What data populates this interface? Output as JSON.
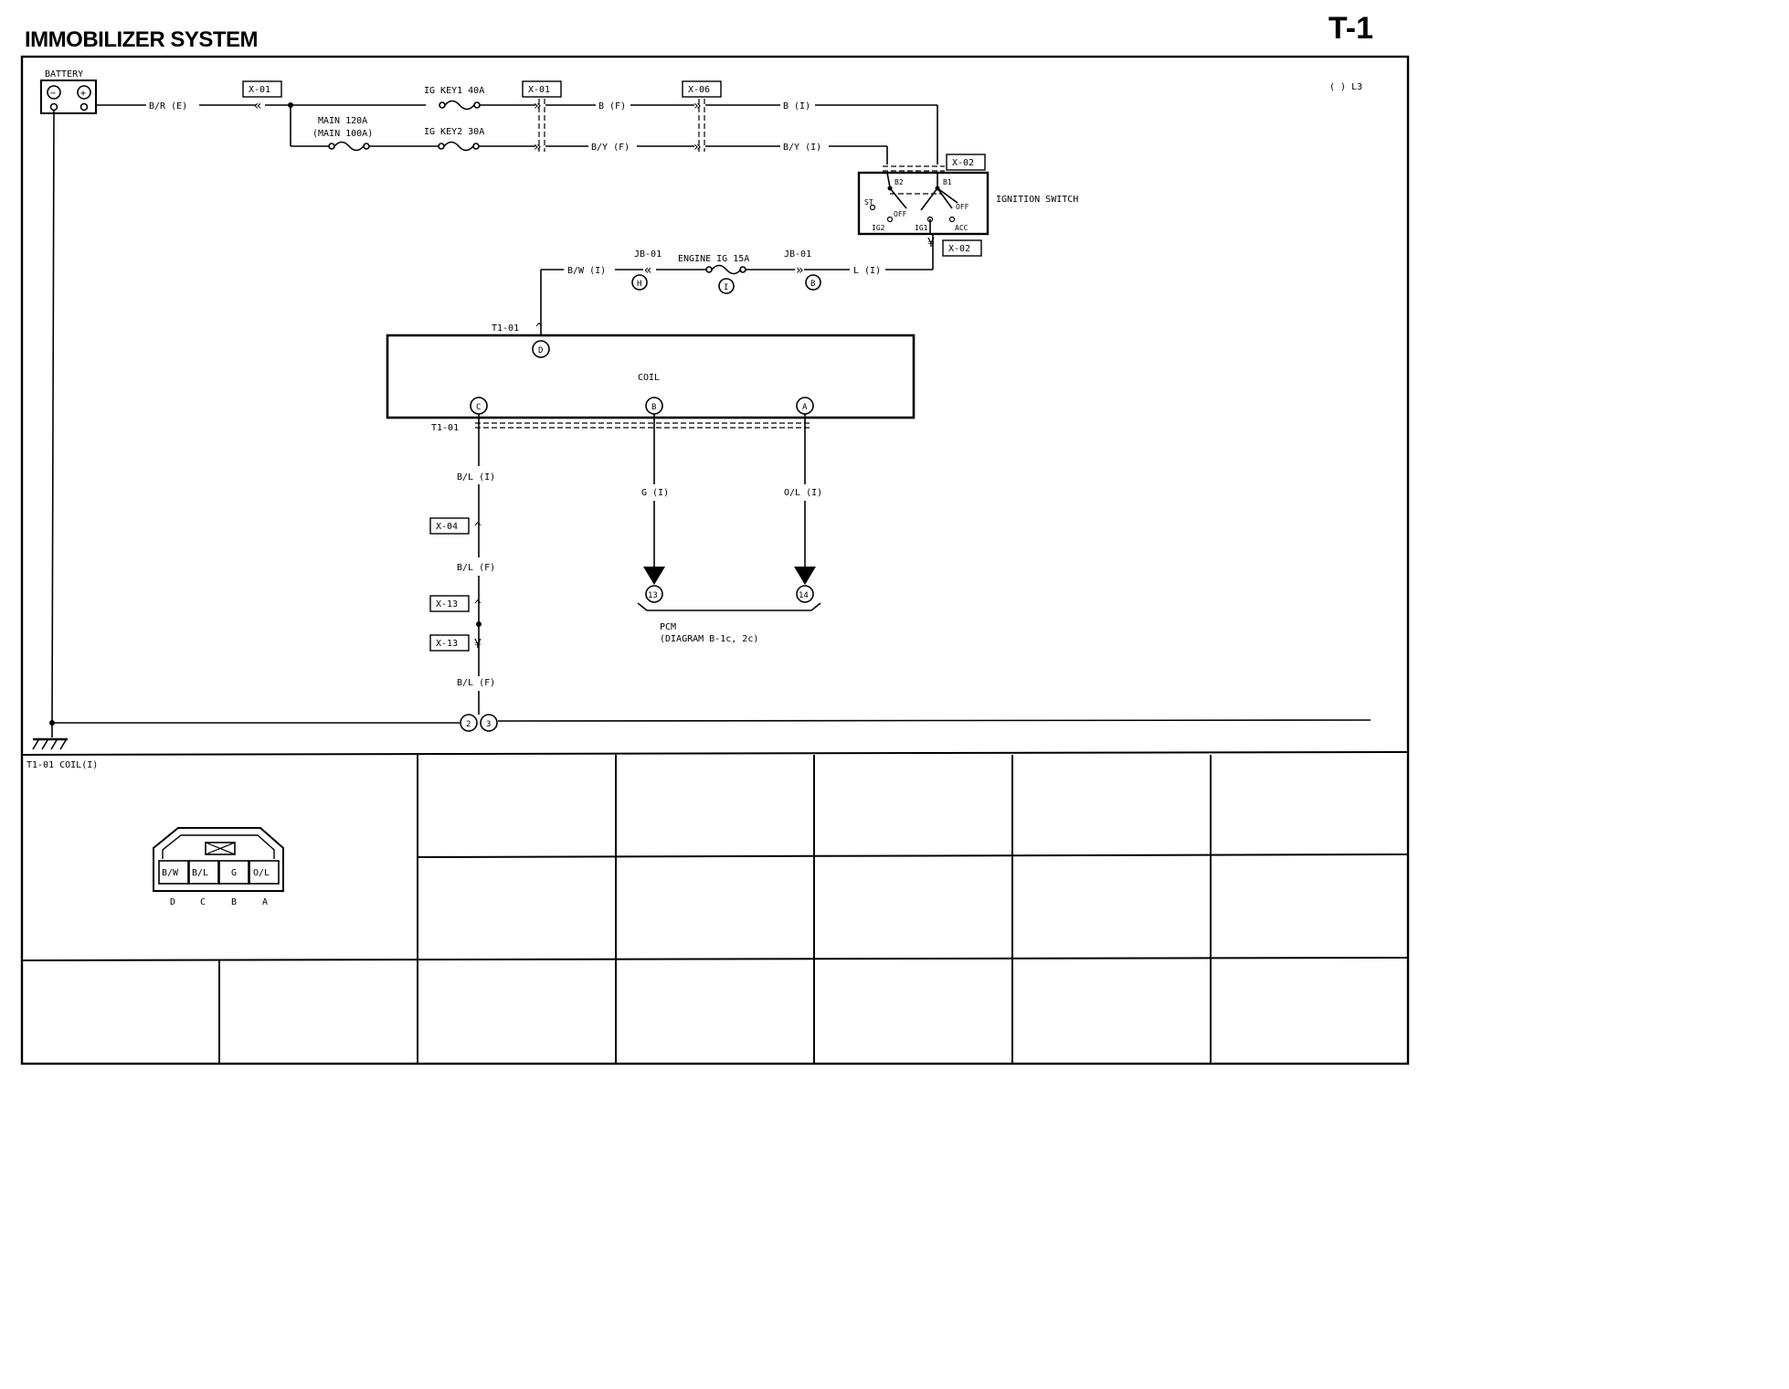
{
  "title": "IMMOBILIZER SYSTEM",
  "page_code": "T-1",
  "ref_code": "( ) L3",
  "battery": {
    "label": "BATTERY",
    "neg": "−",
    "pos": "+"
  },
  "connectors": {
    "x01a": "X-01",
    "x01b": "X-01",
    "x06": "X-06",
    "x02_top": "X-02",
    "x02_bot": "X-02",
    "x04": "X-04",
    "x13a": "X-13",
    "x13b": "X-13",
    "t101_top": "T1-01",
    "t101_bot": "T1-01",
    "jb01a": "JB-01",
    "jb01b": "JB-01"
  },
  "fuses": {
    "main": "MAIN 120A",
    "main_alt": "(MAIN 100A)",
    "igkey1": "IG KEY1 40A",
    "igkey2": "IG KEY2 30A",
    "engine_ig": "ENGINE IG 15A"
  },
  "wires": {
    "br_e": "B/R (E)",
    "b_f": "B (F)",
    "b_i": "B (I)",
    "by_f": "B/Y (F)",
    "by_i": "B/Y (I)",
    "bw_i": "B/W (I)",
    "l_i": "L (I)",
    "bl_i": "B/L (I)",
    "bl_f1": "B/L (F)",
    "bl_f2": "B/L (F)",
    "g_i": "G (I)",
    "ol_i": "O/L (I)"
  },
  "ignition_switch": {
    "label": "IGNITION SWITCH",
    "b2": "B2",
    "b1": "B1",
    "st": "ST",
    "off1": "OFF",
    "off2": "OFF",
    "ig2": "IG2",
    "ig1": "IG1",
    "acc": "ACC"
  },
  "jb_pins": {
    "h": "H",
    "i": "I",
    "b": "B"
  },
  "coil": {
    "label": "COIL",
    "pin_d": "D",
    "pin_c": "C",
    "pin_b": "B",
    "pin_a": "A"
  },
  "pcm": {
    "label": "PCM",
    "diagram": "(DIAGRAM B-1c, 2c)",
    "pin13": "13",
    "pin14": "14"
  },
  "ground_points": {
    "g2": "2",
    "g3": "3"
  },
  "connector_view": {
    "title": "T1-01 COIL(I)",
    "cells": [
      "B/W",
      "B/L",
      "G",
      "O/L"
    ],
    "pins": [
      "D",
      "C",
      "B",
      "A"
    ]
  }
}
